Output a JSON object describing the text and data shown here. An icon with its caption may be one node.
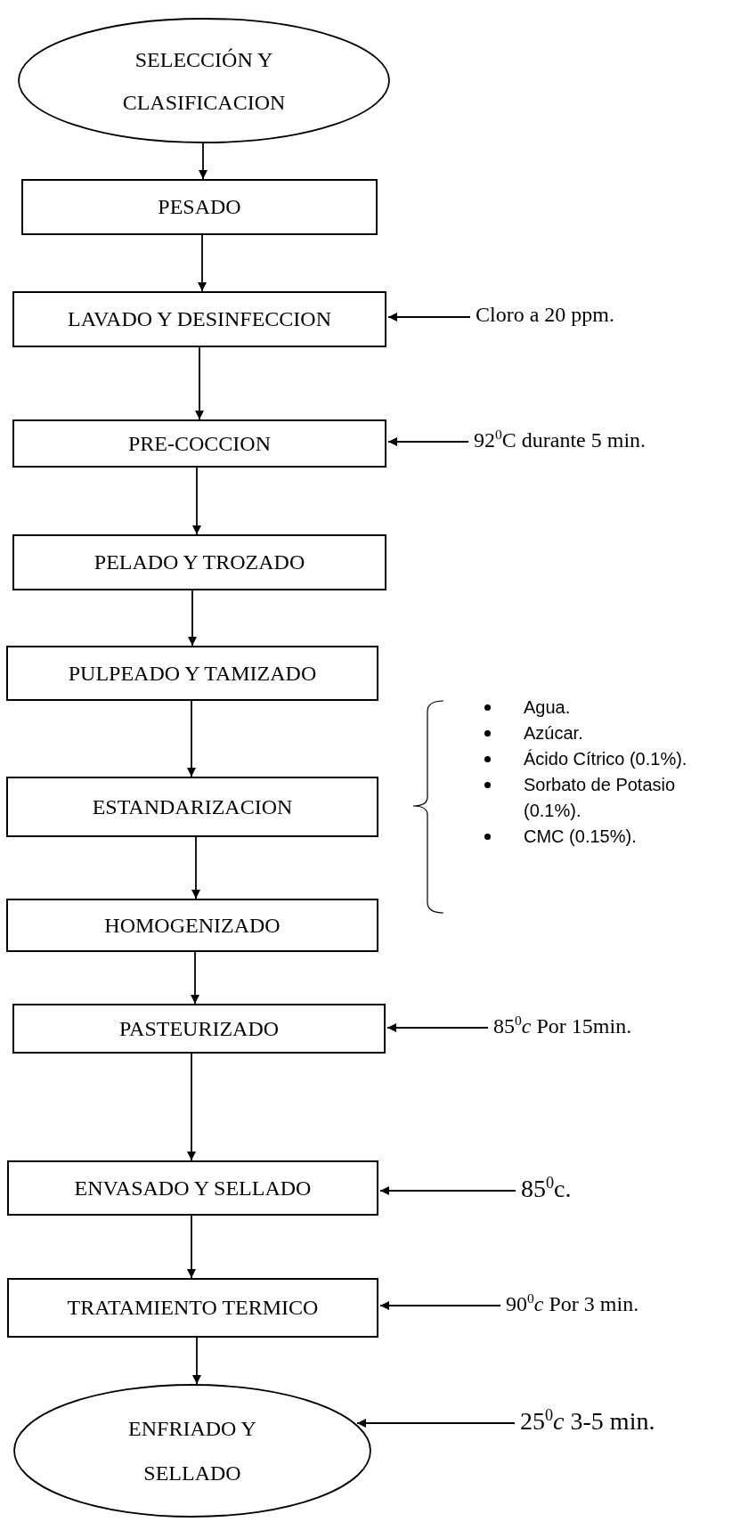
{
  "diagram": {
    "nodes": [
      {
        "text": [
          "SELECCIÓN Y CLASIFICACION"
        ]
      },
      {
        "text": [
          "PESADO"
        ]
      },
      {
        "text": [
          "LAVADO Y DESINFECCION"
        ]
      },
      {
        "text": [
          "Cloro a 20 ppm."
        ]
      },
      {
        "text": [
          "PRE-COCCION"
        ]
      },
      {
        "text": [
          "92$^{0}$C durante 5 min."
        ]
      },
      {
        "text": [
          "PELADO Y TROZADO"
        ]
      },
      {
        "text": [
          "PULPEADO Y TAMIZADO"
        ]
      },
      {
        "text": [
          "ESTANDARIZACION"
        ],
        "beside": [
          "Agua.",
          "Azúcar.",
          "Ácido Cítrico (0.1%).",
          "Sorbato de Potasio (0.1%).",
          "CMC (0.15%)."
        ]
      },
      {
        "text": [
          "HOMOGENIZADO"
        ]
      },
      {
        "text": [
          "PASTEURIZADO"
        ]
      },
      {
        "text": [
          "85$^{0}$*c* Por 15min."
        ]
      },
      {
        "text": [
          "ENVASADO Y SELLADO"
        ]
      },
      {
        "text": [
          "85$^{0}$c."
        ]
      },
      {
        "text": [
          "TRATAMIENTO TERMICO"
        ]
      },
      {
        "text": [
          "90$^{0}$*c* Por 3 min."
        ]
      },
      {
        "text": [
          "ENFRIADO Y SELLADO"
        ]
      },
      {
        "text": [
          "25$^{0}$*c* 3-5 min."
        ]
      }
    ],
    "edges": [
      {
        "from": 0,
        "to": 1,
        "arrow": "to"
      },
      {
        "from": 1,
        "to": 2,
        "arrow": "to"
      },
      {
        "from": 3,
        "to": 2,
        "arrow": "to"
      },
      {
        "from": 2,
        "to": 4,
        "arrow": "to"
      },
      {
        "from": 5,
        "to": 4,
        "arrow": "to"
      },
      {
        "from": 4,
        "to": 6,
        "arrow": "to"
      },
      {
        "from": 6,
        "to": 7,
        "arrow": "to"
      },
      {
        "from": 7,
        "to": 8,
        "arrow": "to"
      },
      {
        "from": 8,
        "to": 9,
        "arrow": "to"
      },
      {
        "from": 9,
        "to": 10,
        "arrow": "to"
      },
      {
        "from": 11,
        "to": 10,
        "arrow": "to"
      },
      {
        "from": 10,
        "to": 12,
        "arrow": "to"
      },
      {
        "from": 13,
        "to": 12,
        "arrow": "to"
      },
      {
        "from": 12,
        "to": 14,
        "arrow": "to"
      },
      {
        "from": 15,
        "to": 14,
        "arrow": "to"
      },
      {
        "from": 14,
        "to": 16,
        "arrow": "to"
      },
      {
        "from": 17,
        "to": 16,
        "arrow": "to"
      }
    ]
  }
}
